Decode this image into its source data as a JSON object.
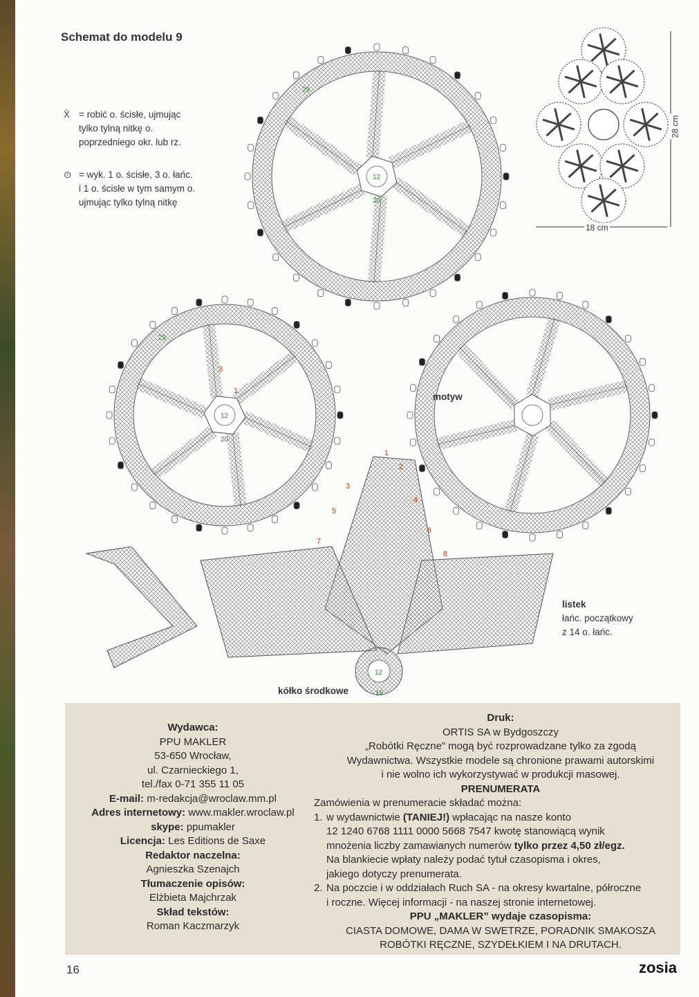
{
  "page": {
    "title": "Schemat do modelu 9",
    "page_number": "16",
    "brand": "zosia"
  },
  "legend": [
    {
      "symbol": "X̄",
      "icon": "sc-back-loop-icon",
      "text": "= robić o. ścisłe, ujmując\ntylko tylną nitkę o.\npoprzedniego okr. lub rz."
    },
    {
      "symbol": "⊙",
      "icon": "picot-icon",
      "text": "= wyk. 1 o. ścisłe, 3 o. łańc.\ni 1 o. ścisłe w tym samym o.\nujmując tylko tylną nitkę"
    }
  ],
  "diagram_labels": {
    "motif": "motyw",
    "leaf": "listek",
    "leaf_note_1": "łańc. początkowy",
    "leaf_note_2": "z 14 o. łańc.",
    "center": "kółko środkowe",
    "width": "18 cm",
    "height": "28 cm",
    "round_labels": [
      "29",
      "12",
      "20",
      "29",
      "12",
      "20",
      "12",
      "18"
    ],
    "leaf_rows": [
      "1",
      "2",
      "3",
      "4",
      "5",
      "6",
      "7",
      "8"
    ],
    "motif_rows": [
      "3",
      "1"
    ]
  },
  "colors": {
    "line": "#555555",
    "green": "#2e8b2e",
    "red": "#cc3300",
    "box": "#e6e0d3"
  },
  "publisher": {
    "heading": "Wydawca:",
    "name": "PPU MAKLER",
    "postal": "53-650 Wrocław,",
    "street": "ul. Czarnieckiego 1,",
    "phone": "tel./fax 0-71 355 11 05",
    "email_label": "E-mail:",
    "email": "m-redakcja@wroclaw.mm.pl",
    "web_label": "Adres internetowy:",
    "web": "www.makler.wroclaw.pl",
    "skype_label": "skype:",
    "skype": "ppumakler",
    "license_label": "Licencja:",
    "license": "Les Editions de Saxe",
    "editor_label": "Redaktor naczelna:",
    "editor": "Agnieszka Szenajch",
    "translation_label": "Tłumaczenie opisów:",
    "translation": "Elżbieta Majchrzak",
    "typeset_label": "Skład tekstów:",
    "typeset": "Roman Kaczmarzyk"
  },
  "print": {
    "heading": "Druk:",
    "printer": "ORTIS SA w Bydgoszczy",
    "notice_1": "„Robótki Ręczne” mogą  być rozprowadzane tylko za zgodą",
    "notice_2": "Wydawnictwa. Wszystkie modele są chronione prawami autorskimi",
    "notice_3": "i nie wolno ich wykorzystywać w produkcji masowej.",
    "sub_heading": "PRENUMERATA",
    "sub_intro": "Zamówienia w prenumeracie składać można:",
    "item1_num": "1.",
    "item1_a": "w wydawnictwie ",
    "item1_bold": "(TANIEJ!)",
    "item1_b": " wpłacając na nasze konto",
    "item1_account": "12 1240 6768 1111 0000 5668 7547 kwotę stanowiącą wynik",
    "item1_c": "mnożenia liczby zamawianych numerów ",
    "item1_price": "tylko przez 4,50 zł/egz.",
    "item1_d": "Na blankiecie wpłaty należy podać tytuł czasopisma i okres,",
    "item1_e": "jakiego dotyczy prenumerata.",
    "item2_num": "2.",
    "item2_a": "Na poczcie i w oddziałach Ruch SA - na okresy kwartalne, półroczne",
    "item2_b": "i roczne. Więcej informacji - na naszej stronie internetowej.",
    "mags_heading": "PPU „MAKLER” wydaje czasopisma:",
    "mags_1": "CIASTA DOMOWE, DAMA W SWETRZE, PORADNIK SMAKOSZA",
    "mags_2": "ROBÓTKI RĘCZNE,  SZYDEŁKIEM I NA DRUTACH."
  }
}
